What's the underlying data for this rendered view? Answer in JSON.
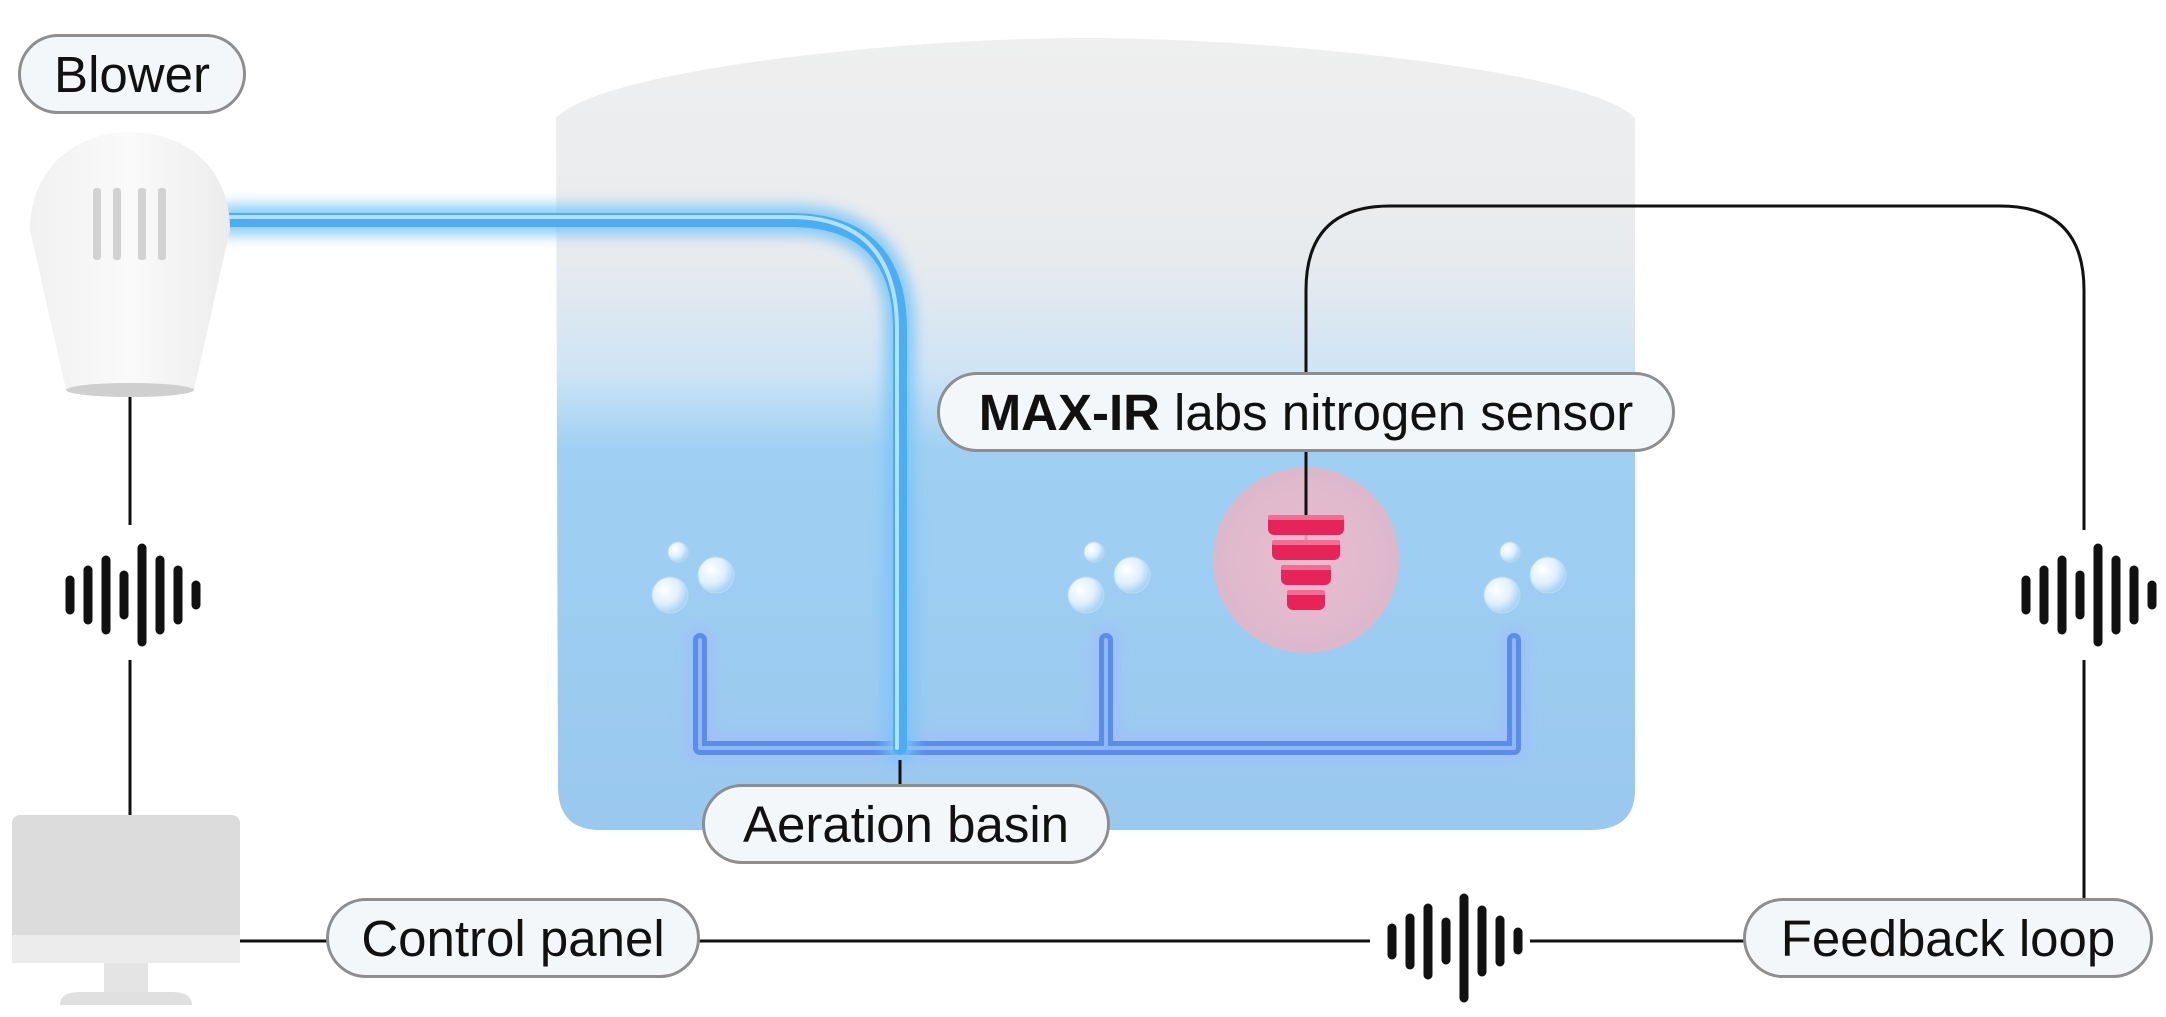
{
  "labels": {
    "blower": "Blower",
    "sensor_bold": "MAX-IR",
    "sensor_rest": "labs nitrogen sensor",
    "basin": "Aeration basin",
    "control_panel": "Control panel",
    "feedback_loop": "Feedback loop"
  },
  "icons": {
    "blower": "blower-icon",
    "sensor": "nitrogen-sensor-icon",
    "monitor": "computer-monitor-icon",
    "signal": "signal-waveform-icon",
    "bubbles": "air-bubbles-icon"
  },
  "colors": {
    "air_pipe": "#4aaef5",
    "diffuser_pipe": "#5b8de8",
    "water": "#9ccbef",
    "sensor": "#e8235a",
    "sensor_glow": "#f2b5c5",
    "connector": "#111111",
    "pill_border": "#8e8e8e"
  }
}
